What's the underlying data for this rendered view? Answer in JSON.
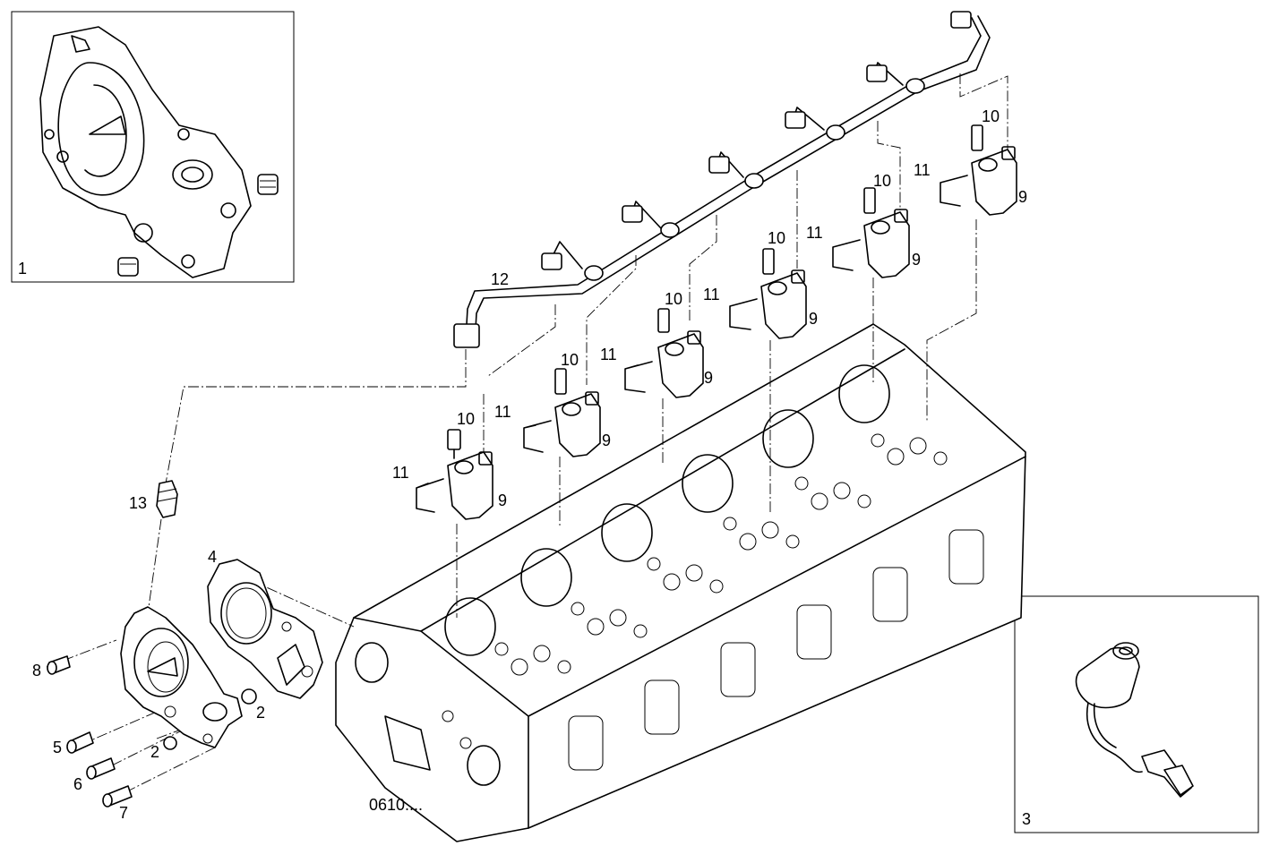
{
  "callouts": {
    "c1": "1",
    "c2a": "2",
    "c2b": "2",
    "c3": "3",
    "c4": "4",
    "c5": "5",
    "c6": "6",
    "c7": "7",
    "c8": "8",
    "c9": "9",
    "c10": "10",
    "c11": "11",
    "c12": "12",
    "c13": "13"
  },
  "drawing_code": "0610...."
}
